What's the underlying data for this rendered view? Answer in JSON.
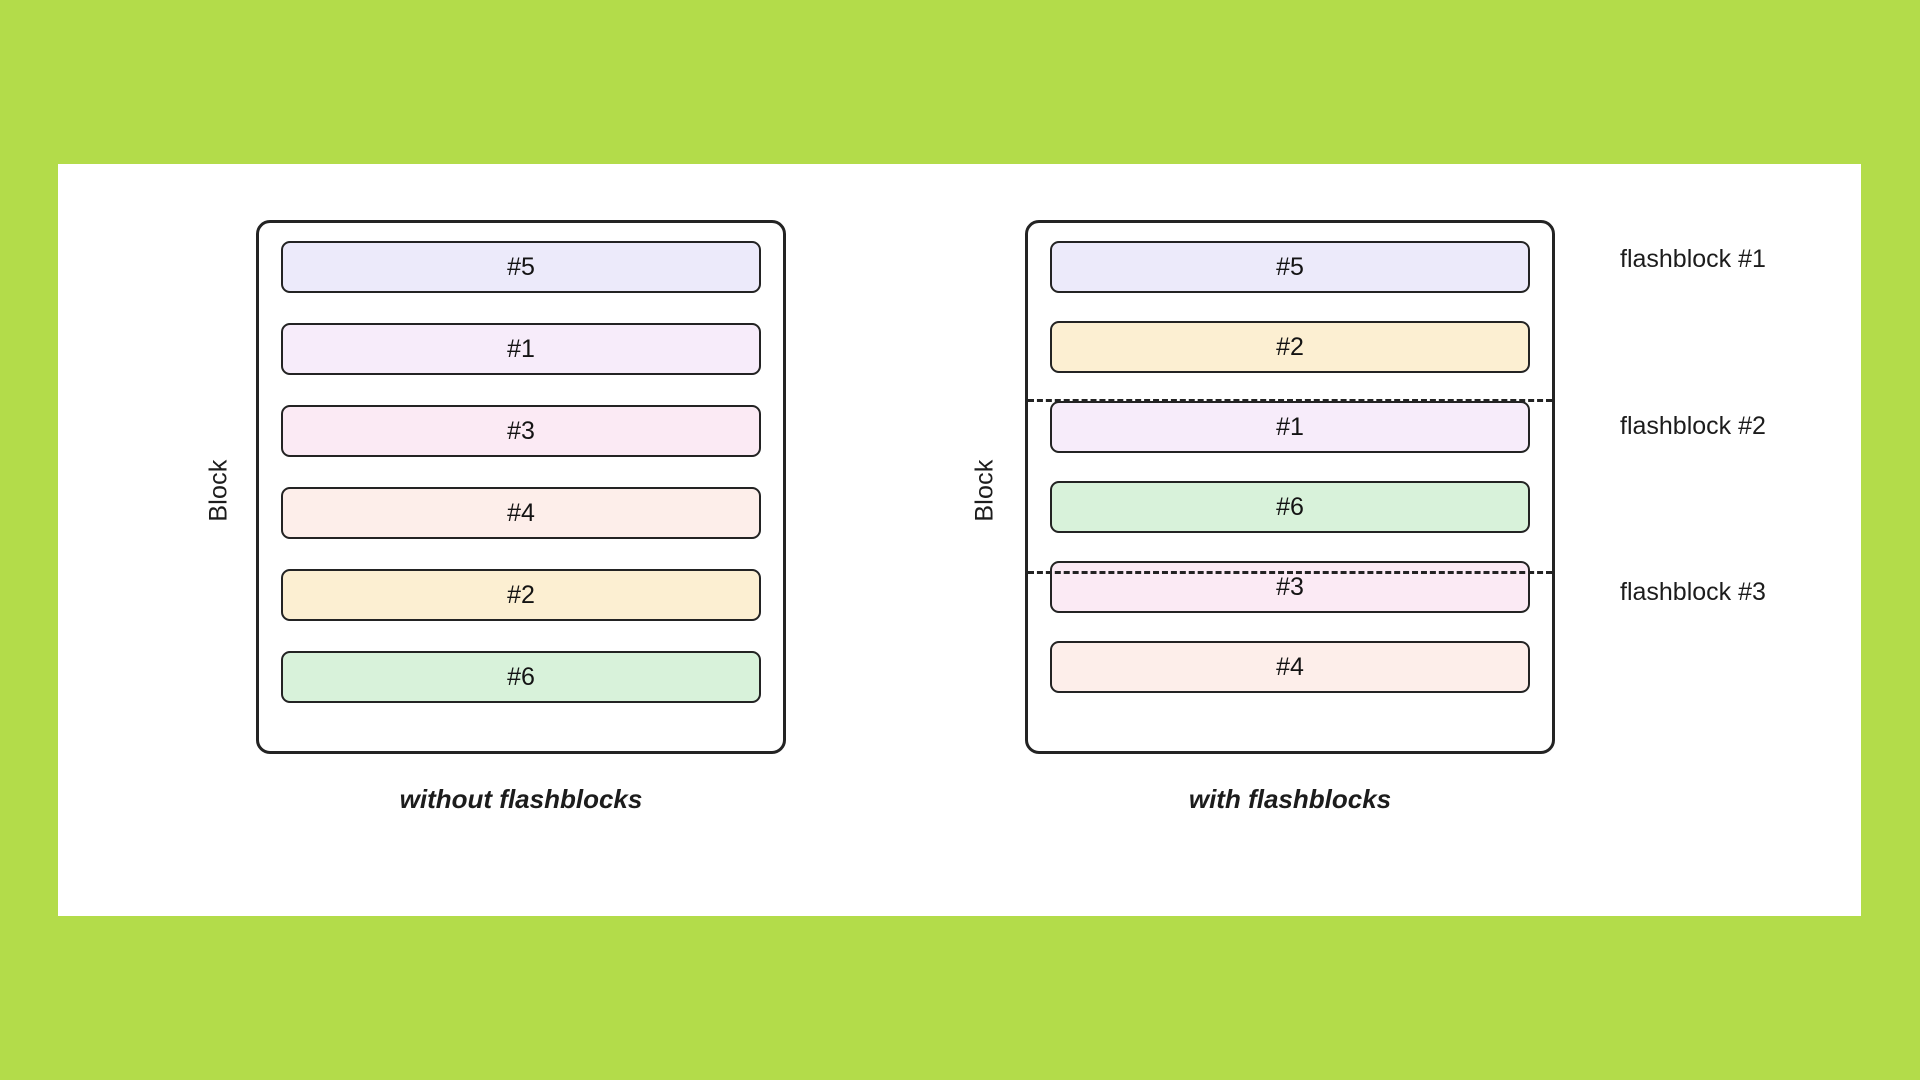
{
  "background_color": "#b3dc4a",
  "card_color": "#ffffff",
  "palette": {
    "tx5": "#eceafa",
    "tx1": "#f7ecfa",
    "tx3": "#fbeaf4",
    "tx4": "#fdeeea",
    "tx2": "#fcefd2",
    "tx6": "#d8f2da",
    "stroke": "#232323",
    "text": "#141414"
  },
  "left_panel": {
    "axis_label": "Block",
    "caption": "without flashblocks",
    "transactions": [
      {
        "label": "#5",
        "color": "#eceafa"
      },
      {
        "label": "#1",
        "color": "#f7ecfa"
      },
      {
        "label": "#3",
        "color": "#fbeaf4"
      },
      {
        "label": "#4",
        "color": "#fdeeea"
      },
      {
        "label": "#2",
        "color": "#fcefd2"
      },
      {
        "label": "#6",
        "color": "#d8f2da"
      }
    ]
  },
  "right_panel": {
    "axis_label": "Block",
    "caption": "with flashblocks",
    "transactions": [
      {
        "label": "#5",
        "color": "#eceafa"
      },
      {
        "label": "#2",
        "color": "#fcefd2"
      },
      {
        "label": "#1",
        "color": "#f7ecfa"
      },
      {
        "label": "#6",
        "color": "#d8f2da"
      },
      {
        "label": "#3",
        "color": "#fbeaf4"
      },
      {
        "label": "#4",
        "color": "#fdeeea"
      }
    ],
    "flashblock_labels": [
      "flashblock #1",
      "flashblock #2",
      "flashblock #3"
    ]
  }
}
